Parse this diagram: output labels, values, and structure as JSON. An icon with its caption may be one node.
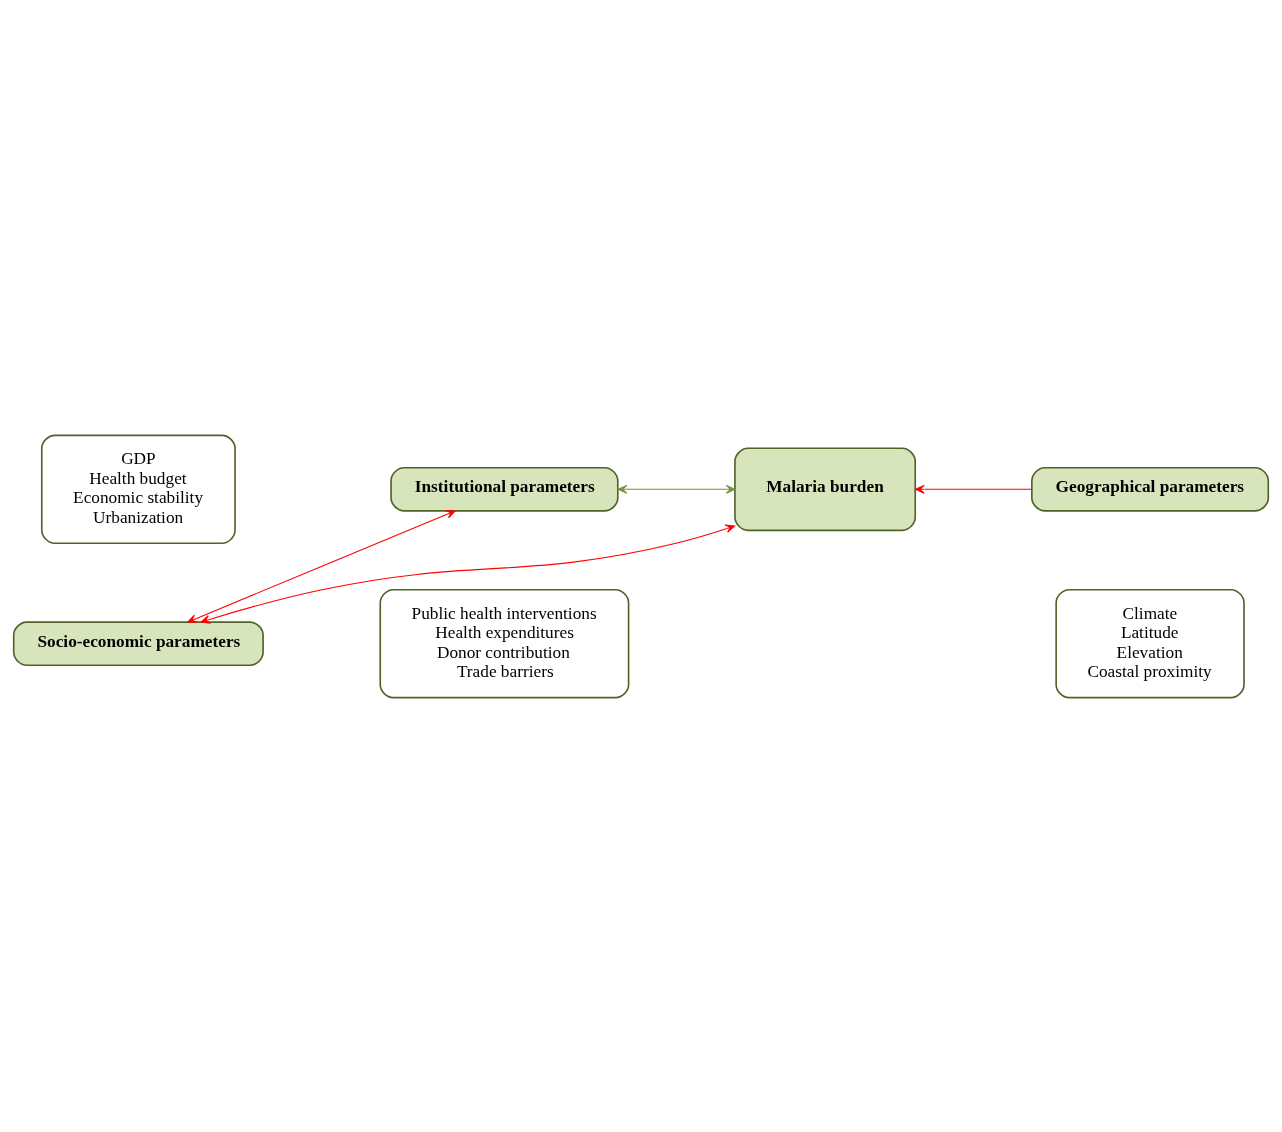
{
  "diagram": {
    "nodes": [
      {
        "text": [
          "GDP",
          "Health budget",
          "Economic stability",
          "Urbanization"
        ]
      },
      {
        "text": [
          "Socio-economic parameters"
        ]
      },
      {
        "text": [
          "Malaria burden"
        ]
      },
      {
        "text": [
          "Institutional parameters"
        ]
      },
      {
        "text": [
          "Public health interventions",
          "Health expenditures",
          "Donor contribution",
          "Trade barriers"
        ]
      },
      {
        "text": [
          "Geographical parameters"
        ]
      },
      {
        "text": [
          "Climate",
          "Latitude",
          "Elevation",
          "Coastal proximity"
        ]
      }
    ],
    "edges": [
      {
        "from": 2,
        "to": 1,
        "arrow": "both"
      },
      {
        "from": 1,
        "to": 3,
        "arrow": "both"
      },
      {
        "from": 3,
        "to": 2,
        "arrow": "both",
        "color": "#77933c"
      },
      {
        "from": 5,
        "to": 2,
        "arrow": "to"
      }
    ]
  }
}
